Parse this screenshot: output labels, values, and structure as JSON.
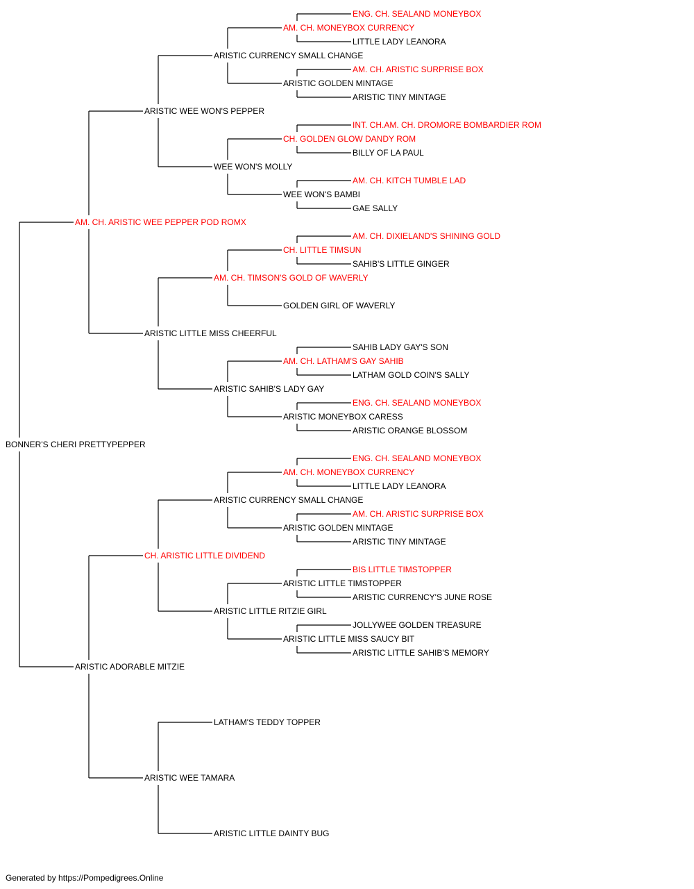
{
  "colors": {
    "champion": "#ff0000",
    "normal": "#000000",
    "line": "#000000"
  },
  "footer": "Generated by https://Pompedigrees.Online",
  "pedigree": {
    "name": "BONNER'S CHERI PRETTYPEPPER",
    "champion": false,
    "parents": [
      {
        "name": "AM. CH. ARISTIC WEE PEPPER POD ROMX",
        "champion": true,
        "parents": [
          {
            "name": "ARISTIC WEE WON'S PEPPER",
            "champion": false,
            "parents": [
              {
                "name": "ARISTIC CURRENCY SMALL CHANGE",
                "champion": false,
                "parents": [
                  {
                    "name": "AM. CH. MONEYBOX CURRENCY",
                    "champion": true,
                    "parents": [
                      {
                        "name": "ENG. CH. SEALAND MONEYBOX",
                        "champion": true
                      },
                      {
                        "name": "LITTLE LADY LEANORA",
                        "champion": false
                      }
                    ]
                  },
                  {
                    "name": "ARISTIC GOLDEN MINTAGE",
                    "champion": false,
                    "parents": [
                      {
                        "name": "AM. CH. ARISTIC SURPRISE BOX",
                        "champion": true
                      },
                      {
                        "name": "ARISTIC TINY MINTAGE",
                        "champion": false
                      }
                    ]
                  }
                ]
              },
              {
                "name": "WEE WON'S MOLLY",
                "champion": false,
                "parents": [
                  {
                    "name": "CH. GOLDEN GLOW DANDY ROM",
                    "champion": true,
                    "parents": [
                      {
                        "name": "INT. CH.AM. CH. DROMORE BOMBARDIER ROM",
                        "champion": true
                      },
                      {
                        "name": "BILLY OF LA PAUL",
                        "champion": false
                      }
                    ]
                  },
                  {
                    "name": "WEE WON'S BAMBI",
                    "champion": false,
                    "parents": [
                      {
                        "name": "AM. CH. KITCH TUMBLE LAD",
                        "champion": true
                      },
                      {
                        "name": "GAE SALLY",
                        "champion": false
                      }
                    ]
                  }
                ]
              }
            ]
          },
          {
            "name": "ARISTIC LITTLE MISS CHEERFUL",
            "champion": false,
            "parents": [
              {
                "name": "AM. CH. TIMSON'S GOLD OF WAVERLY",
                "champion": true,
                "parents": [
                  {
                    "name": "CH. LITTLE TIMSUN",
                    "champion": true,
                    "parents": [
                      {
                        "name": "AM. CH. DIXIELAND'S SHINING GOLD",
                        "champion": true
                      },
                      {
                        "name": "SAHIB'S LITTLE GINGER",
                        "champion": false
                      }
                    ]
                  },
                  {
                    "name": "GOLDEN GIRL OF WAVERLY",
                    "champion": false
                  }
                ]
              },
              {
                "name": "ARISTIC SAHIB'S LADY GAY",
                "champion": false,
                "parents": [
                  {
                    "name": "AM. CH. LATHAM'S GAY SAHIB",
                    "champion": true,
                    "parents": [
                      {
                        "name": "SAHIB LADY GAY'S SON",
                        "champion": false
                      },
                      {
                        "name": "LATHAM GOLD COIN'S SALLY",
                        "champion": false
                      }
                    ]
                  },
                  {
                    "name": "ARISTIC MONEYBOX CARESS",
                    "champion": false,
                    "parents": [
                      {
                        "name": "ENG. CH. SEALAND MONEYBOX",
                        "champion": true
                      },
                      {
                        "name": "ARISTIC ORANGE BLOSSOM",
                        "champion": false
                      }
                    ]
                  }
                ]
              }
            ]
          }
        ]
      },
      {
        "name": "ARISTIC ADORABLE MITZIE",
        "champion": false,
        "parents": [
          {
            "name": "CH. ARISTIC LITTLE DIVIDEND",
            "champion": true,
            "parents": [
              {
                "name": "ARISTIC CURRENCY SMALL CHANGE",
                "champion": false,
                "parents": [
                  {
                    "name": "AM. CH. MONEYBOX CURRENCY",
                    "champion": true,
                    "parents": [
                      {
                        "name": "ENG. CH. SEALAND MONEYBOX",
                        "champion": true
                      },
                      {
                        "name": "LITTLE LADY LEANORA",
                        "champion": false
                      }
                    ]
                  },
                  {
                    "name": "ARISTIC GOLDEN MINTAGE",
                    "champion": false,
                    "parents": [
                      {
                        "name": "AM. CH. ARISTIC SURPRISE BOX",
                        "champion": true
                      },
                      {
                        "name": "ARISTIC TINY MINTAGE",
                        "champion": false
                      }
                    ]
                  }
                ]
              },
              {
                "name": "ARISTIC LITTLE RITZIE GIRL",
                "champion": false,
                "parents": [
                  {
                    "name": "ARISTIC LITTLE TIMSTOPPER",
                    "champion": false,
                    "parents": [
                      {
                        "name": "BIS LITTLE TIMSTOPPER",
                        "champion": true
                      },
                      {
                        "name": "ARISTIC CURRENCY'S JUNE ROSE",
                        "champion": false
                      }
                    ]
                  },
                  {
                    "name": "ARISTIC LITTLE MISS SAUCY BIT",
                    "champion": false,
                    "parents": [
                      {
                        "name": "JOLLYWEE GOLDEN TREASURE",
                        "champion": false
                      },
                      {
                        "name": "ARISTIC LITTLE SAHIB'S MEMORY",
                        "champion": false
                      }
                    ]
                  }
                ]
              }
            ]
          },
          {
            "name": "ARISTIC WEE TAMARA",
            "champion": false,
            "parents": [
              {
                "name": "LATHAM'S TEDDY TOPPER",
                "champion": false
              },
              {
                "name": "ARISTIC LITTLE DAINTY BUG",
                "champion": false
              }
            ]
          }
        ]
      }
    ]
  }
}
